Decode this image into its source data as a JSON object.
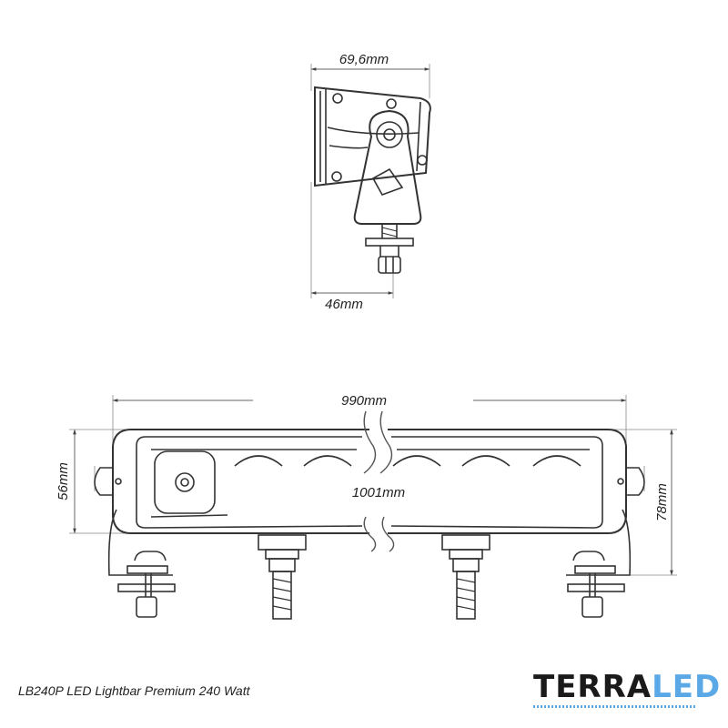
{
  "dimensions": {
    "side_width": "69,6mm",
    "side_depth": "46mm",
    "front_length": "990mm",
    "front_total": "1001mm",
    "front_height": "56mm",
    "front_total_height": "78mm"
  },
  "caption": "LB240P LED Lightbar Premium 240 Watt",
  "logo": {
    "part1": "TERRA",
    "part2": "LED",
    "color_dark": "#1a1a1a",
    "color_accent": "#5aa9e6"
  }
}
